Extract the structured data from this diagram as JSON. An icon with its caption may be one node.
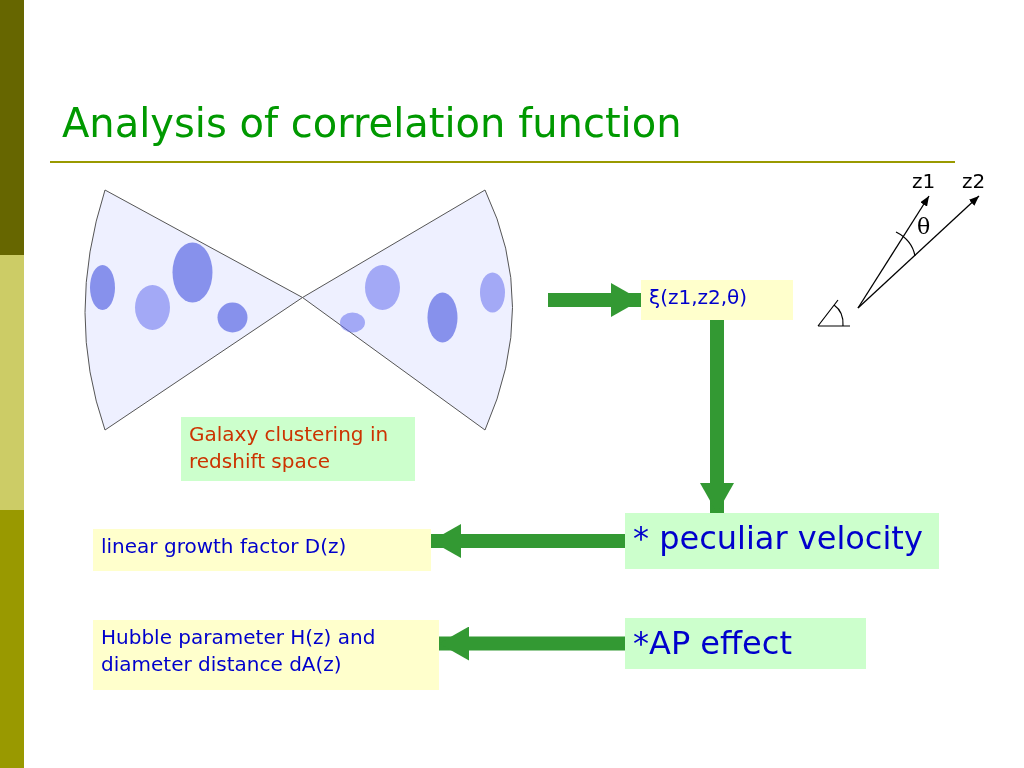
{
  "diagram": {
    "title": "Analysis of correlation function",
    "nodes": [
      {
        "text": [],
        "shape": "picture"
      },
      {
        "text": [
          "Galaxy clustering in redshift space"
        ]
      },
      {
        "text": [
          "ξ(z1,z2,θ)"
        ]
      },
      {
        "text": [
          "* peculiar velocity"
        ]
      },
      {
        "text": [
          "*AP  effect"
        ]
      },
      {
        "text": [
          "linear growth factor D(z)"
        ]
      },
      {
        "text": [
          "Hubble parameter H(z) and diameter distance dA(z)"
        ]
      },
      {
        "text": [
          "z1"
        ]
      },
      {
        "text": [
          "z2"
        ]
      },
      {
        "text": [],
        "shape": "angle"
      }
    ],
    "edges": [
      {
        "from": 0,
        "to": 2,
        "arrow": "to"
      },
      {
        "from": 2,
        "to": 3,
        "arrow": "to"
      },
      {
        "from": 3,
        "to": 5,
        "arrow": "to"
      },
      {
        "from": 4,
        "to": 6,
        "arrow": "to"
      },
      {
        "from": 9,
        "to": 7,
        "arrow": "to",
        "color": "#000000"
      },
      {
        "from": 9,
        "to": 8,
        "arrow": "to",
        "color": "#000000"
      }
    ],
    "labels": [
      "θ"
    ]
  }
}
